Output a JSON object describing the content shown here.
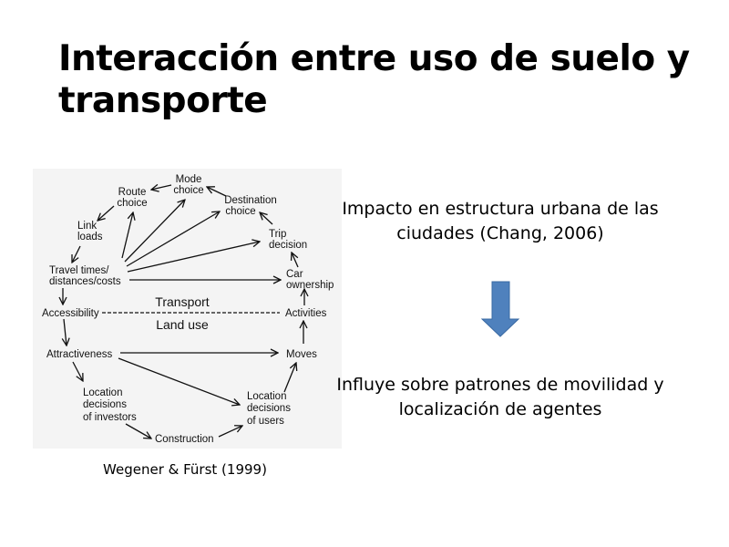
{
  "slide": {
    "title": "Interacción entre uso de suelo y transporte",
    "impact_text": "Impacto en estructura urbana de las ciudades (Chang, 2006)",
    "influence_text": "Influye sobre patrones de movilidad y localización de agentes",
    "caption": "Wegener & Fürst (1999)",
    "arrow_color": "#4f81bd"
  },
  "diagram": {
    "transport_label": "Transport",
    "land_use_label": "Land use",
    "nodes": {
      "mode_choice": [
        "Mode",
        "choice"
      ],
      "route_choice": [
        "Route",
        "choice"
      ],
      "destination_choice": [
        "Destination",
        "choice"
      ],
      "link_loads": [
        "Link",
        "loads"
      ],
      "trip_decision": [
        "Trip",
        "decision"
      ],
      "travel_times": [
        "Travel times/",
        "distances/costs"
      ],
      "car_ownership": [
        "Car",
        "ownership"
      ],
      "accessibility": [
        "Accessibility"
      ],
      "activities": [
        "Activities"
      ],
      "attractiveness": [
        "Attractiveness"
      ],
      "moves": [
        "Moves"
      ],
      "location_investors": [
        "Location",
        "decisions",
        "of investors"
      ],
      "location_users": [
        "Location",
        "decisions",
        "of users"
      ],
      "construction": [
        "Construction"
      ]
    }
  }
}
